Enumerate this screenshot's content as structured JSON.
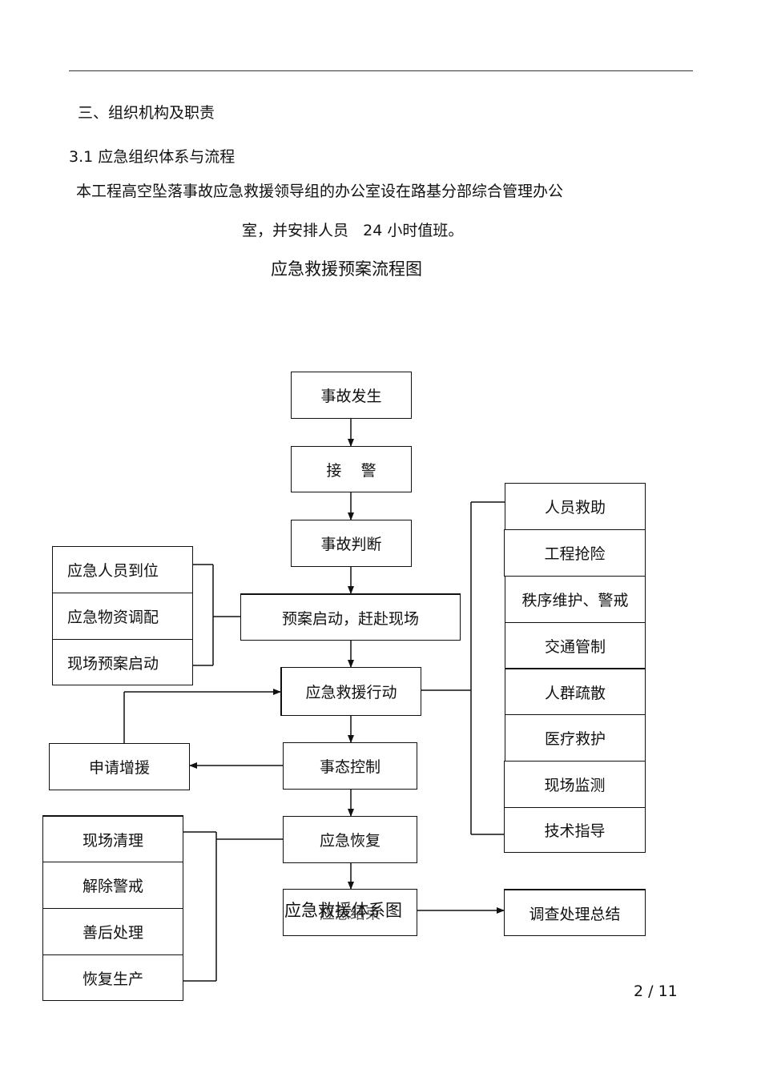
{
  "section_heading": "三、组织机构及职责",
  "subsection_heading": "3.1  应急组织体系与流程",
  "paragraph_line1": "本工程高空坠落事故应急救援领导组的办公室设在路基分部综合管理办公",
  "paragraph_line2": "室，并安排人员   24 小时值班。",
  "flowchart_title": "应急救援预案流程图",
  "main_flow": {
    "accident": "事故发生",
    "alarm": "接    警",
    "judge": "事故判断",
    "start_plan": "预案启动，赶赴现场",
    "rescue_action": "应急救援行动",
    "control": "事态控制",
    "recovery": "应急恢复",
    "end": "应急结束"
  },
  "left_group_1": [
    "应急人员到位",
    "应急物资调配",
    "现场预案启动"
  ],
  "request_support": "申请增援",
  "left_group_2": [
    "现场清理",
    "解除警戒",
    "善后处理",
    "恢复生产"
  ],
  "right_group": [
    "人员救助",
    "工程抢险",
    "秩序维护、警戒",
    "交通管制",
    "人群疏散",
    "医疗救护",
    "现场监测",
    "技术指导"
  ],
  "summary": "调查处理总结",
  "overlay_caption": "应急救援体系图",
  "page_number": "2 / 11"
}
